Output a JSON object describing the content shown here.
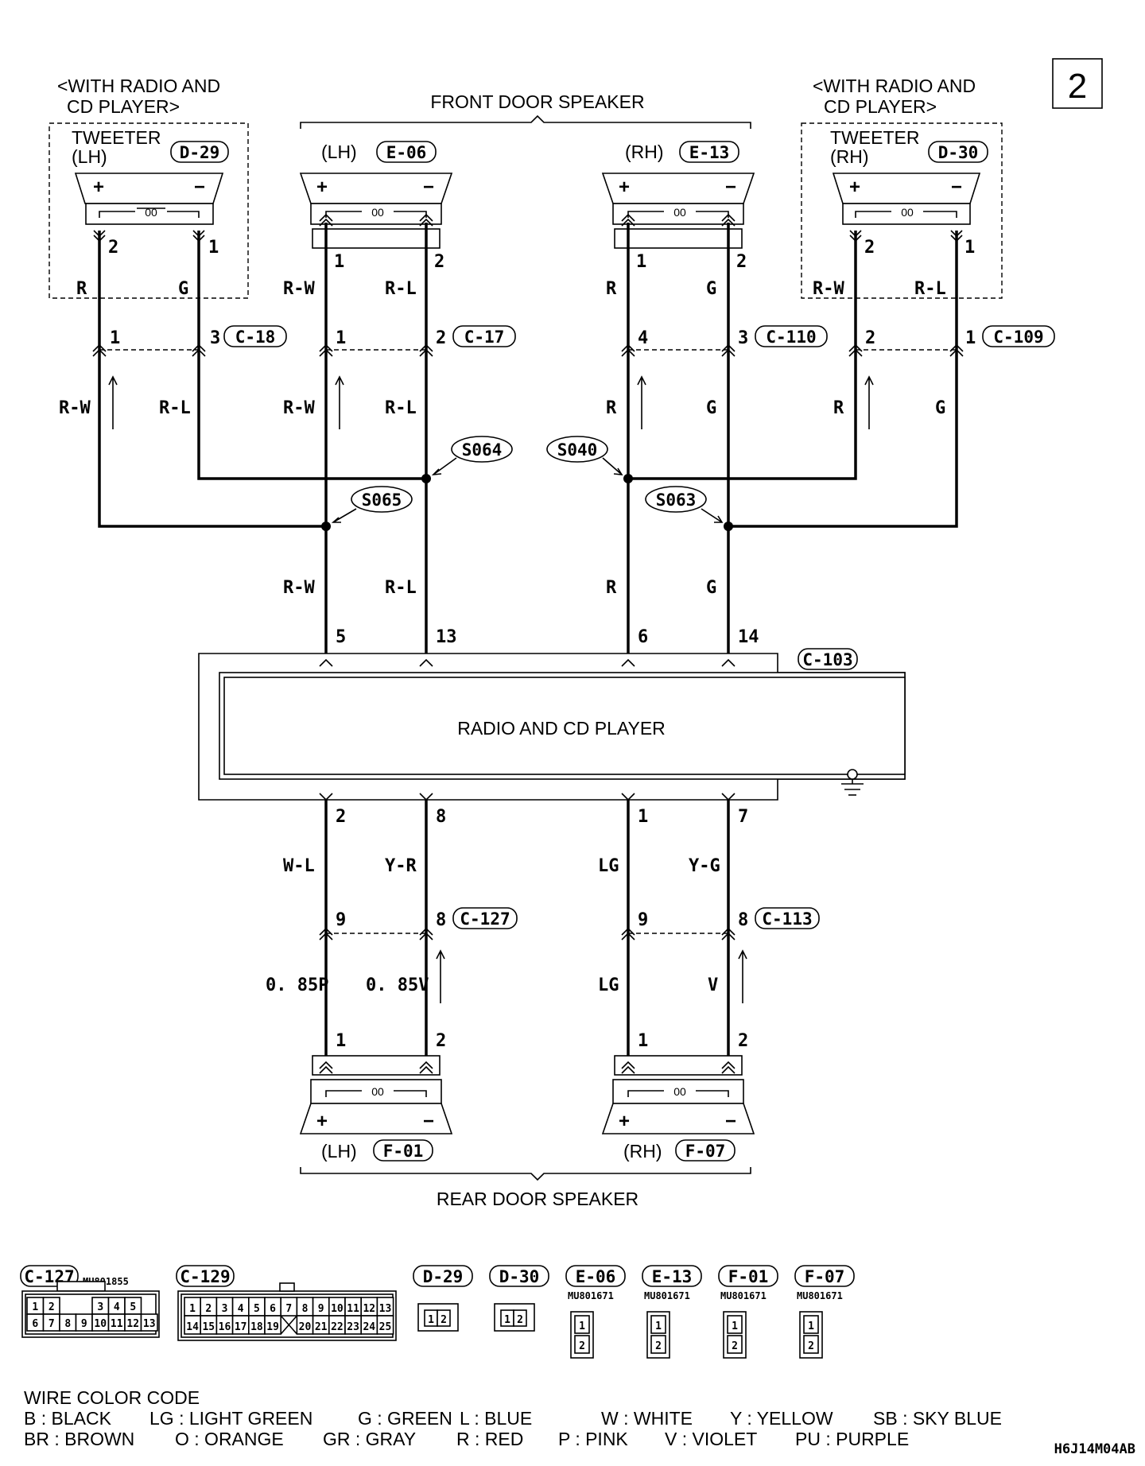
{
  "page_number": "2",
  "diagram_code": "H6J14M04AB",
  "groups": {
    "with_radio_left": [
      "<WITH RADIO AND",
      "CD PLAYER>"
    ],
    "with_radio_right": [
      "<WITH RADIO AND",
      "CD PLAYER>"
    ],
    "front_door_speaker": "FRONT DOOR SPEAKER",
    "rear_door_speaker": "REAR DOOR SPEAKER"
  },
  "tweeter_lh": {
    "name": "TWEETER",
    "side": "(LH)",
    "connector": "D-29",
    "pin_plus": "2",
    "pin_minus": "1",
    "wire_plus": "R",
    "wire_minus": "G"
  },
  "tweeter_rh": {
    "name": "TWEETER",
    "side": "(RH)",
    "connector": "D-30",
    "pin_plus": "2",
    "pin_minus": "1",
    "wire_plus": "R-W",
    "wire_minus": "R-L"
  },
  "front_lh": {
    "side": "(LH)",
    "connector": "E-06",
    "pin_plus": "1",
    "pin_minus": "2",
    "wire_plus": "R-W",
    "wire_minus": "R-L"
  },
  "front_rh": {
    "side": "(RH)",
    "connector": "E-13",
    "pin_plus": "1",
    "pin_minus": "2",
    "wire_plus": "R",
    "wire_minus": "G"
  },
  "rear_lh": {
    "side": "(LH)",
    "connector": "F-01",
    "pin_plus": "1",
    "pin_minus": "2"
  },
  "rear_rh": {
    "side": "(RH)",
    "connector": "F-07",
    "pin_plus": "1",
    "pin_minus": "2"
  },
  "symbols": {
    "plus": "+",
    "minus": "−",
    "coil": "00"
  },
  "joints": {
    "c18": {
      "name": "C-18",
      "pin_a": "1",
      "pin_b": "3",
      "wire_a": "R-W",
      "wire_b": "R-L"
    },
    "c17": {
      "name": "C-17",
      "pin_a": "1",
      "pin_b": "2",
      "wire_a": "R-W",
      "wire_b": "R-L"
    },
    "c110": {
      "name": "C-110",
      "pin_a": "4",
      "pin_b": "3",
      "wire_a": "R",
      "wire_b": "G"
    },
    "c109": {
      "name": "C-109",
      "pin_a": "2",
      "pin_b": "1",
      "wire_a": "R",
      "wire_b": "G"
    },
    "c127": {
      "name": "C-127",
      "pin_a": "9",
      "pin_b": "8",
      "wire_a": "0. 85P",
      "wire_b": "0. 85V"
    },
    "c113": {
      "name": "C-113",
      "pin_a": "9",
      "pin_b": "8",
      "wire_a": "LG",
      "wire_b": "V"
    }
  },
  "splices": {
    "s064": "S064",
    "s065": "S065",
    "s040": "S040",
    "s063": "S063"
  },
  "radio": {
    "name": "RADIO AND CD PLAYER",
    "connector": "C-103",
    "top_pins": [
      "5",
      "13",
      "6",
      "14"
    ],
    "top_wires": [
      "R-W",
      "R-L",
      "R",
      "G"
    ],
    "bottom_pins": [
      "2",
      "8",
      "1",
      "7"
    ],
    "bottom_wires": [
      "W-L",
      "Y-R",
      "LG",
      "Y-G"
    ]
  },
  "rear_pins": {
    "lh_plus": "1",
    "lh_minus": "2",
    "rh_plus": "1",
    "rh_minus": "2"
  },
  "legend_connectors": {
    "c127": {
      "name": "C-127",
      "part": "MU801855",
      "row1": [
        "1",
        "2",
        "",
        "",
        "3",
        "4",
        "5"
      ],
      "row2": [
        "6",
        "7",
        "8",
        "9",
        "10",
        "11",
        "12",
        "13"
      ]
    },
    "c129": {
      "name": "C-129",
      "row1": [
        "1",
        "2",
        "3",
        "4",
        "5",
        "6",
        "7",
        "8",
        "9",
        "10",
        "11",
        "12",
        "13"
      ],
      "row2": [
        "14",
        "15",
        "16",
        "17",
        "18",
        "19",
        "",
        "20",
        "21",
        "22",
        "23",
        "24",
        "25"
      ]
    },
    "d29": {
      "name": "D-29",
      "pins": [
        "1",
        "2"
      ]
    },
    "d30": {
      "name": "D-30",
      "pins": [
        "1",
        "2"
      ]
    },
    "e06": {
      "name": "E-06",
      "part": "MU801671",
      "pins": [
        "1",
        "2"
      ]
    },
    "e13": {
      "name": "E-13",
      "part": "MU801671",
      "pins": [
        "1",
        "2"
      ]
    },
    "f01": {
      "name": "F-01",
      "part": "MU801671",
      "pins": [
        "1",
        "2"
      ]
    },
    "f07": {
      "name": "F-07",
      "part": "MU801671",
      "pins": [
        "1",
        "2"
      ]
    }
  },
  "wire_color_code": {
    "title": "WIRE COLOR CODE",
    "line1": [
      "B : BLACK",
      "LG : LIGHT GREEN",
      "G : GREEN",
      "L : BLUE",
      "W : WHITE",
      "Y : YELLOW",
      "SB : SKY BLUE"
    ],
    "line2": [
      "BR : BROWN",
      "O : ORANGE",
      "GR : GRAY",
      "R : RED",
      "P : PINK",
      "V : VIOLET",
      "PU : PURPLE"
    ]
  }
}
